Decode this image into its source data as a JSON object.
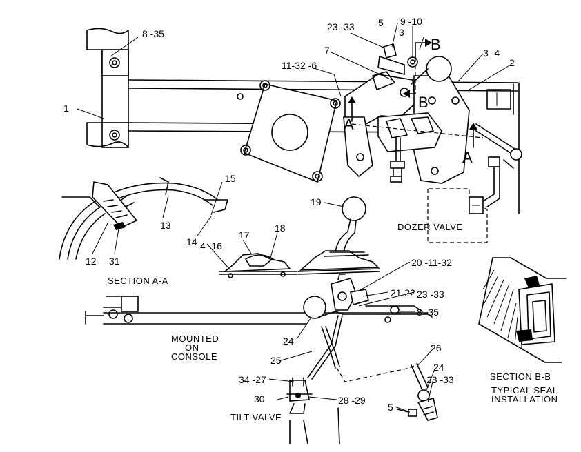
{
  "callouts": {
    "c1": "1",
    "c2": "2",
    "c3": "3",
    "c3_4": "3 -4",
    "c5_top": "5",
    "c5_bottom": "5",
    "c7": "7",
    "c8_35_top": "8 -35",
    "c8_35_mid": "8 -35",
    "c9_10": "9 -10",
    "c11_32_6": "11-32 -6",
    "c12": "12",
    "c13": "13",
    "c14": "14",
    "c15": "15",
    "c4_16": "4 -16",
    "c17": "17",
    "c18": "18",
    "c19": "19",
    "c20_11_32": "20 -11-32",
    "c21_22": "21-22",
    "c23_33_top": "23 -33",
    "c23_33_mid": "23 -33",
    "c23_33_bottom": "23 -33",
    "c24_left": "24",
    "c24_right": "24",
    "c25": "25",
    "c26": "26",
    "c28_29": "28 -29",
    "c30": "30",
    "c31": "31",
    "c34_27": "34 -27"
  },
  "section_letters": {
    "a_left": "A",
    "a_right": "A",
    "b_top": "B",
    "b_mid": "B"
  },
  "captions": {
    "section_aa": "SECTION A-A",
    "dozer_valve": "DOZER VALVE",
    "mounted_line1": "MOUNTED",
    "mounted_line2": "ON",
    "mounted_line3": "CONSOLE",
    "tilt_valve": "TILT VALVE",
    "section_bb": "SECTION B-B",
    "typical_seal_line1": "TYPICAL SEAL",
    "typical_seal_line2": "INSTALLATION"
  }
}
